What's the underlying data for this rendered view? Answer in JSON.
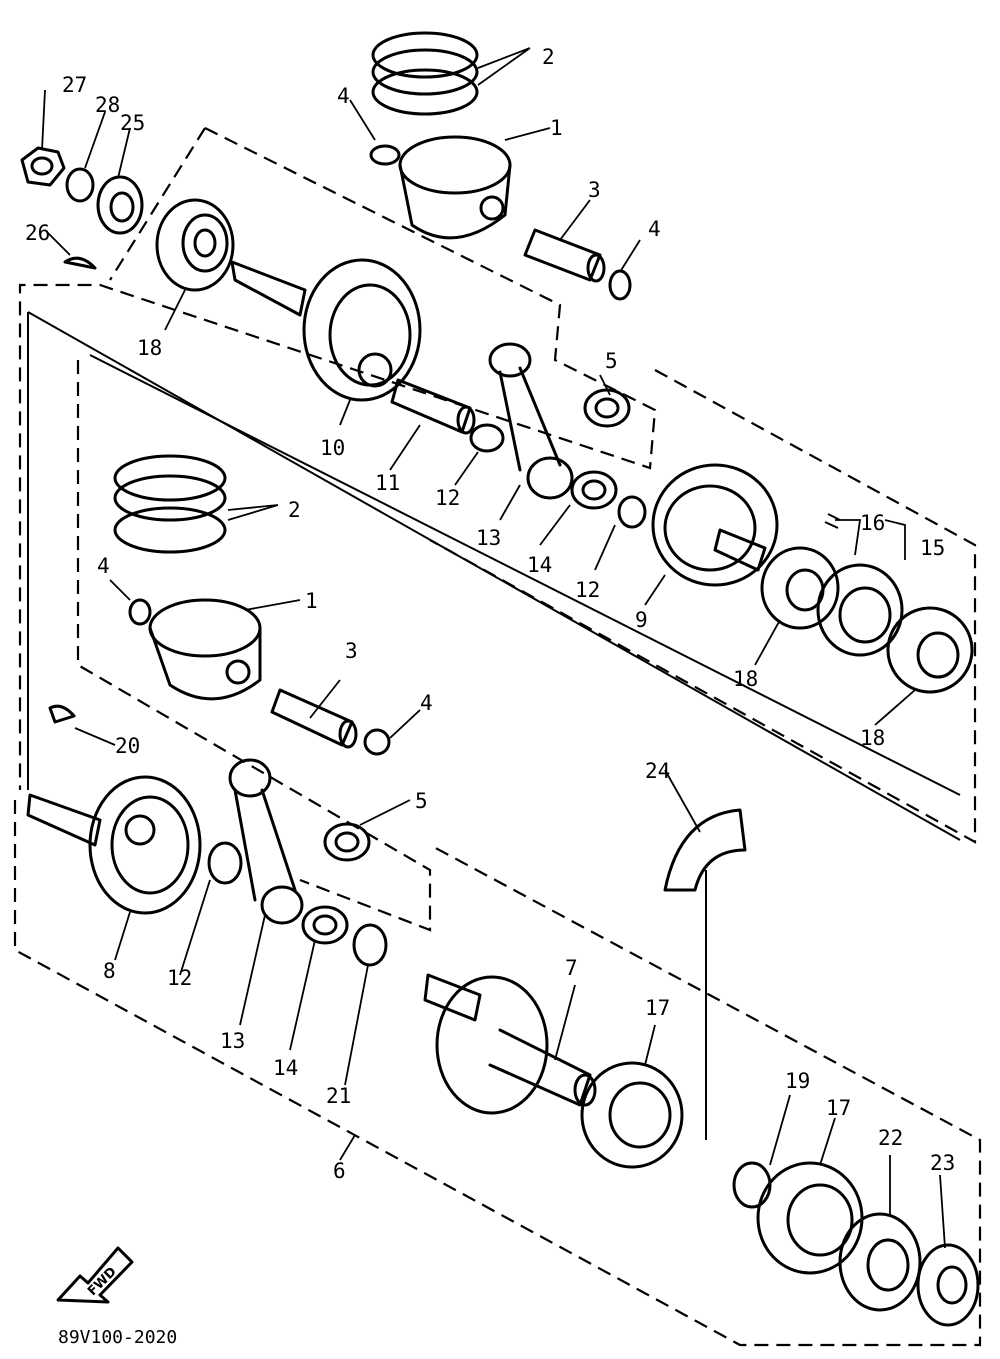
{
  "diagram": {
    "code": "89V100-2020",
    "fwd_label": "FWD",
    "callouts": [
      {
        "id": "c27",
        "text": "27"
      },
      {
        "id": "c28",
        "text": "28"
      },
      {
        "id": "c25",
        "text": "25"
      },
      {
        "id": "c26",
        "text": "26"
      },
      {
        "id": "c18a",
        "text": "18"
      },
      {
        "id": "c2a",
        "text": "2"
      },
      {
        "id": "c4a",
        "text": "4"
      },
      {
        "id": "c1a",
        "text": "1"
      },
      {
        "id": "c3a",
        "text": "3"
      },
      {
        "id": "c4b",
        "text": "4"
      },
      {
        "id": "c5a",
        "text": "5"
      },
      {
        "id": "c10",
        "text": "10"
      },
      {
        "id": "c11",
        "text": "11"
      },
      {
        "id": "c12a",
        "text": "12"
      },
      {
        "id": "c13a",
        "text": "13"
      },
      {
        "id": "c14a",
        "text": "14"
      },
      {
        "id": "c12b",
        "text": "12"
      },
      {
        "id": "c9",
        "text": "9"
      },
      {
        "id": "c16",
        "text": "16"
      },
      {
        "id": "c15",
        "text": "15"
      },
      {
        "id": "c18b",
        "text": "18"
      },
      {
        "id": "c18c",
        "text": "18"
      },
      {
        "id": "c2b",
        "text": "2"
      },
      {
        "id": "c4c",
        "text": "4"
      },
      {
        "id": "c1b",
        "text": "1"
      },
      {
        "id": "c3b",
        "text": "3"
      },
      {
        "id": "c4d",
        "text": "4"
      },
      {
        "id": "c20",
        "text": "20"
      },
      {
        "id": "c5b",
        "text": "5"
      },
      {
        "id": "c24",
        "text": "24"
      },
      {
        "id": "c8",
        "text": "8"
      },
      {
        "id": "c12c",
        "text": "12"
      },
      {
        "id": "c13b",
        "text": "13"
      },
      {
        "id": "c14b",
        "text": "14"
      },
      {
        "id": "c21",
        "text": "21"
      },
      {
        "id": "c7",
        "text": "7"
      },
      {
        "id": "c17a",
        "text": "17"
      },
      {
        "id": "c6",
        "text": "6"
      },
      {
        "id": "c19",
        "text": "19"
      },
      {
        "id": "c17b",
        "text": "17"
      },
      {
        "id": "c22",
        "text": "22"
      },
      {
        "id": "c23",
        "text": "23"
      }
    ]
  }
}
